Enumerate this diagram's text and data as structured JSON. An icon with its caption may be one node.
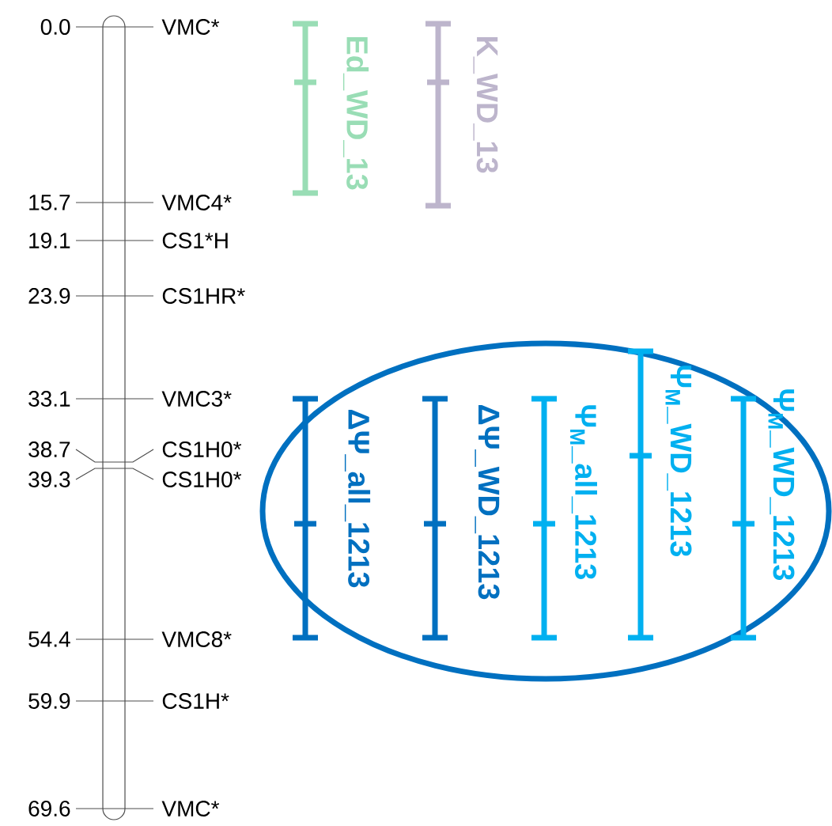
{
  "diagram": {
    "labels": [
      "0.0",
      "VMC*",
      "15.7",
      "VMC4*",
      "19.1",
      "CS1*H",
      "23.9",
      "CS1HR*",
      "33.1",
      "VMC3*",
      "38.7",
      "CS1H0*",
      "39.3",
      "CS1H0*",
      "54.4",
      "VMC8*",
      "59.9",
      "CS1H*",
      "69.6",
      "VMC*",
      "Ed_WD_13",
      "K_WD_13",
      "ΔΨ_all_1213",
      "ΔΨ_WD_1213",
      "Ψ$_{M}$_all_1213",
      "Ψ$_{M}$_WD_1213",
      "Ψ$_{M}$_WD_1213"
    ]
  }
}
